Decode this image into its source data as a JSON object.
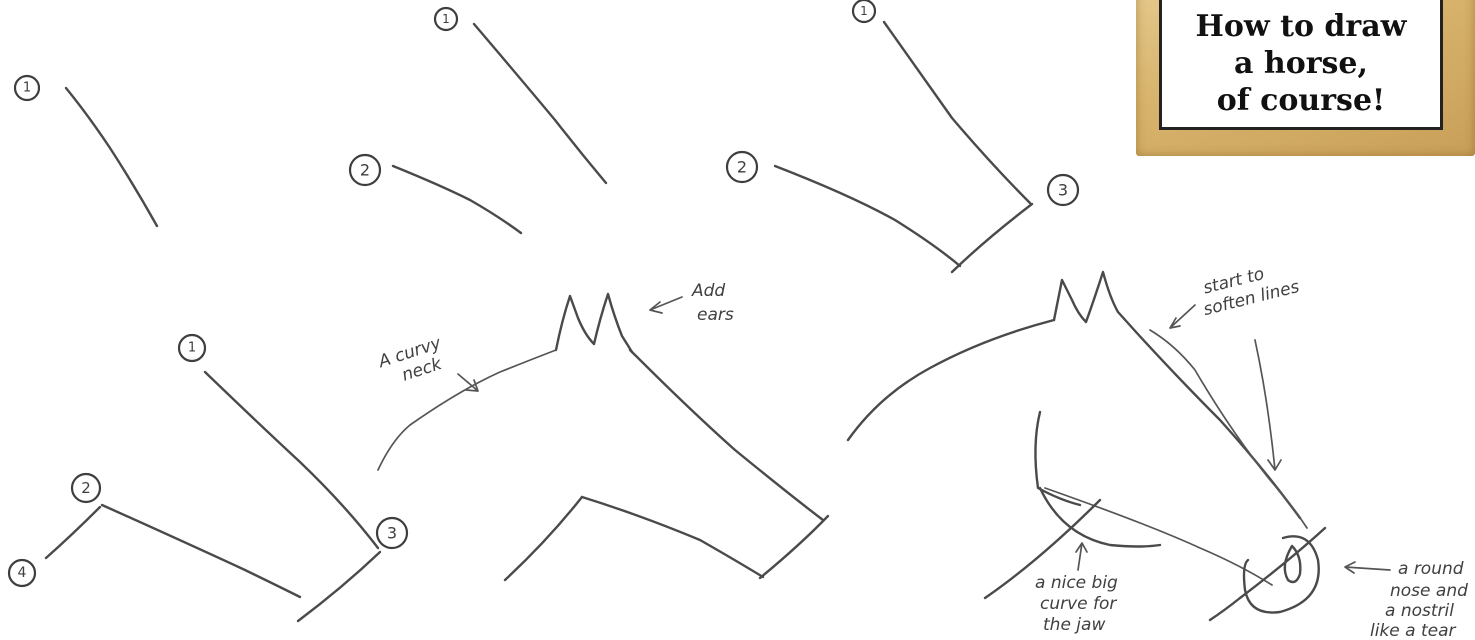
{
  "title": {
    "lines": [
      "How to draw",
      "a horse,",
      "of course!"
    ]
  },
  "frame_color": "#d8b46d",
  "steps": {
    "step1": {
      "markers": [
        "1"
      ]
    },
    "step2": {
      "markers": [
        "1",
        "2"
      ]
    },
    "step3": {
      "markers": [
        "1",
        "2",
        "3"
      ]
    },
    "step4": {
      "markers": [
        "1",
        "2",
        "3",
        "4"
      ]
    }
  },
  "annotations": {
    "ears": [
      "Add",
      "ears"
    ],
    "neck": [
      "A curvy",
      "neck"
    ],
    "soften": [
      "start to",
      "soften lines"
    ],
    "jaw": [
      "a nice big",
      "curve for",
      "the jaw"
    ],
    "nose": [
      "a round",
      "nose and",
      "a nostril",
      "like a tear"
    ]
  }
}
